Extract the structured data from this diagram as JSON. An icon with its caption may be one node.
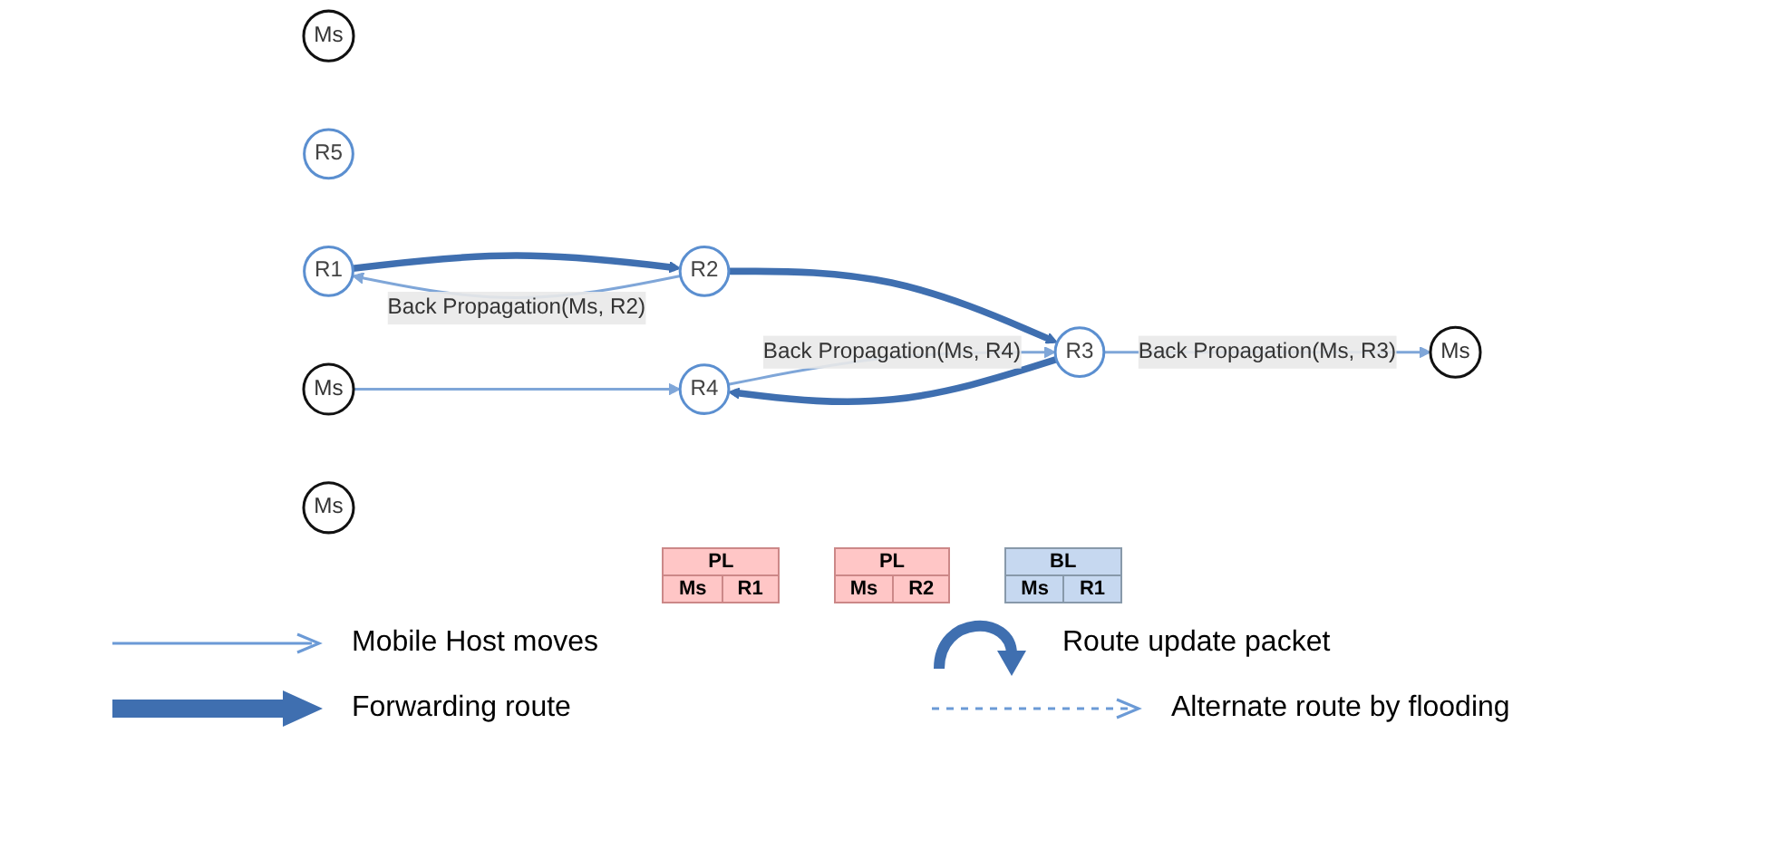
{
  "diagram": {
    "nodes": [
      {
        "text": [
          "Ms"
        ]
      },
      {
        "text": [
          "R5"
        ]
      },
      {
        "text": [
          "Ms"
        ]
      },
      {
        "text": [
          "R1"
        ]
      },
      {
        "text": [
          "Ms"
        ]
      },
      {
        "text": [
          "R2"
        ]
      },
      {
        "text": [
          "Ms"
        ]
      },
      {
        "text": [
          "R3"
        ]
      },
      {
        "text": [
          "R4"
        ]
      }
    ],
    "edges": [
      {
        "from": 5,
        "to": 3,
        "arrow": "to",
        "label": "Back Propagation(Ms, R2)"
      },
      {
        "from": 7,
        "to": 4,
        "arrow": "to",
        "label": "Back Propagation(Ms, R3)"
      },
      {
        "from": 8,
        "to": 7,
        "arrow": "to",
        "label": "Back Propagation(Ms, R4)"
      },
      {
        "from": 2,
        "to": 8,
        "arrow": "to"
      },
      {
        "from": 3,
        "to": 5,
        "arrow": "to",
        "style": "thick"
      },
      {
        "from": 5,
        "to": 7,
        "arrow": "to",
        "style": "thick"
      },
      {
        "from": 7,
        "to": 8,
        "arrow": "to",
        "style": "thick"
      }
    ],
    "labels": [
      "PL",
      "Ms",
      "R1",
      "PL",
      "Ms",
      "R2",
      "BL",
      "Ms",
      "R1"
    ],
    "legend": [
      {
        "text": "Mobile Host moves"
      },
      {
        "text": "Route update packet"
      },
      {
        "text": "Forwarding route"
      },
      {
        "text": "Alternate route by flooding"
      }
    ]
  }
}
